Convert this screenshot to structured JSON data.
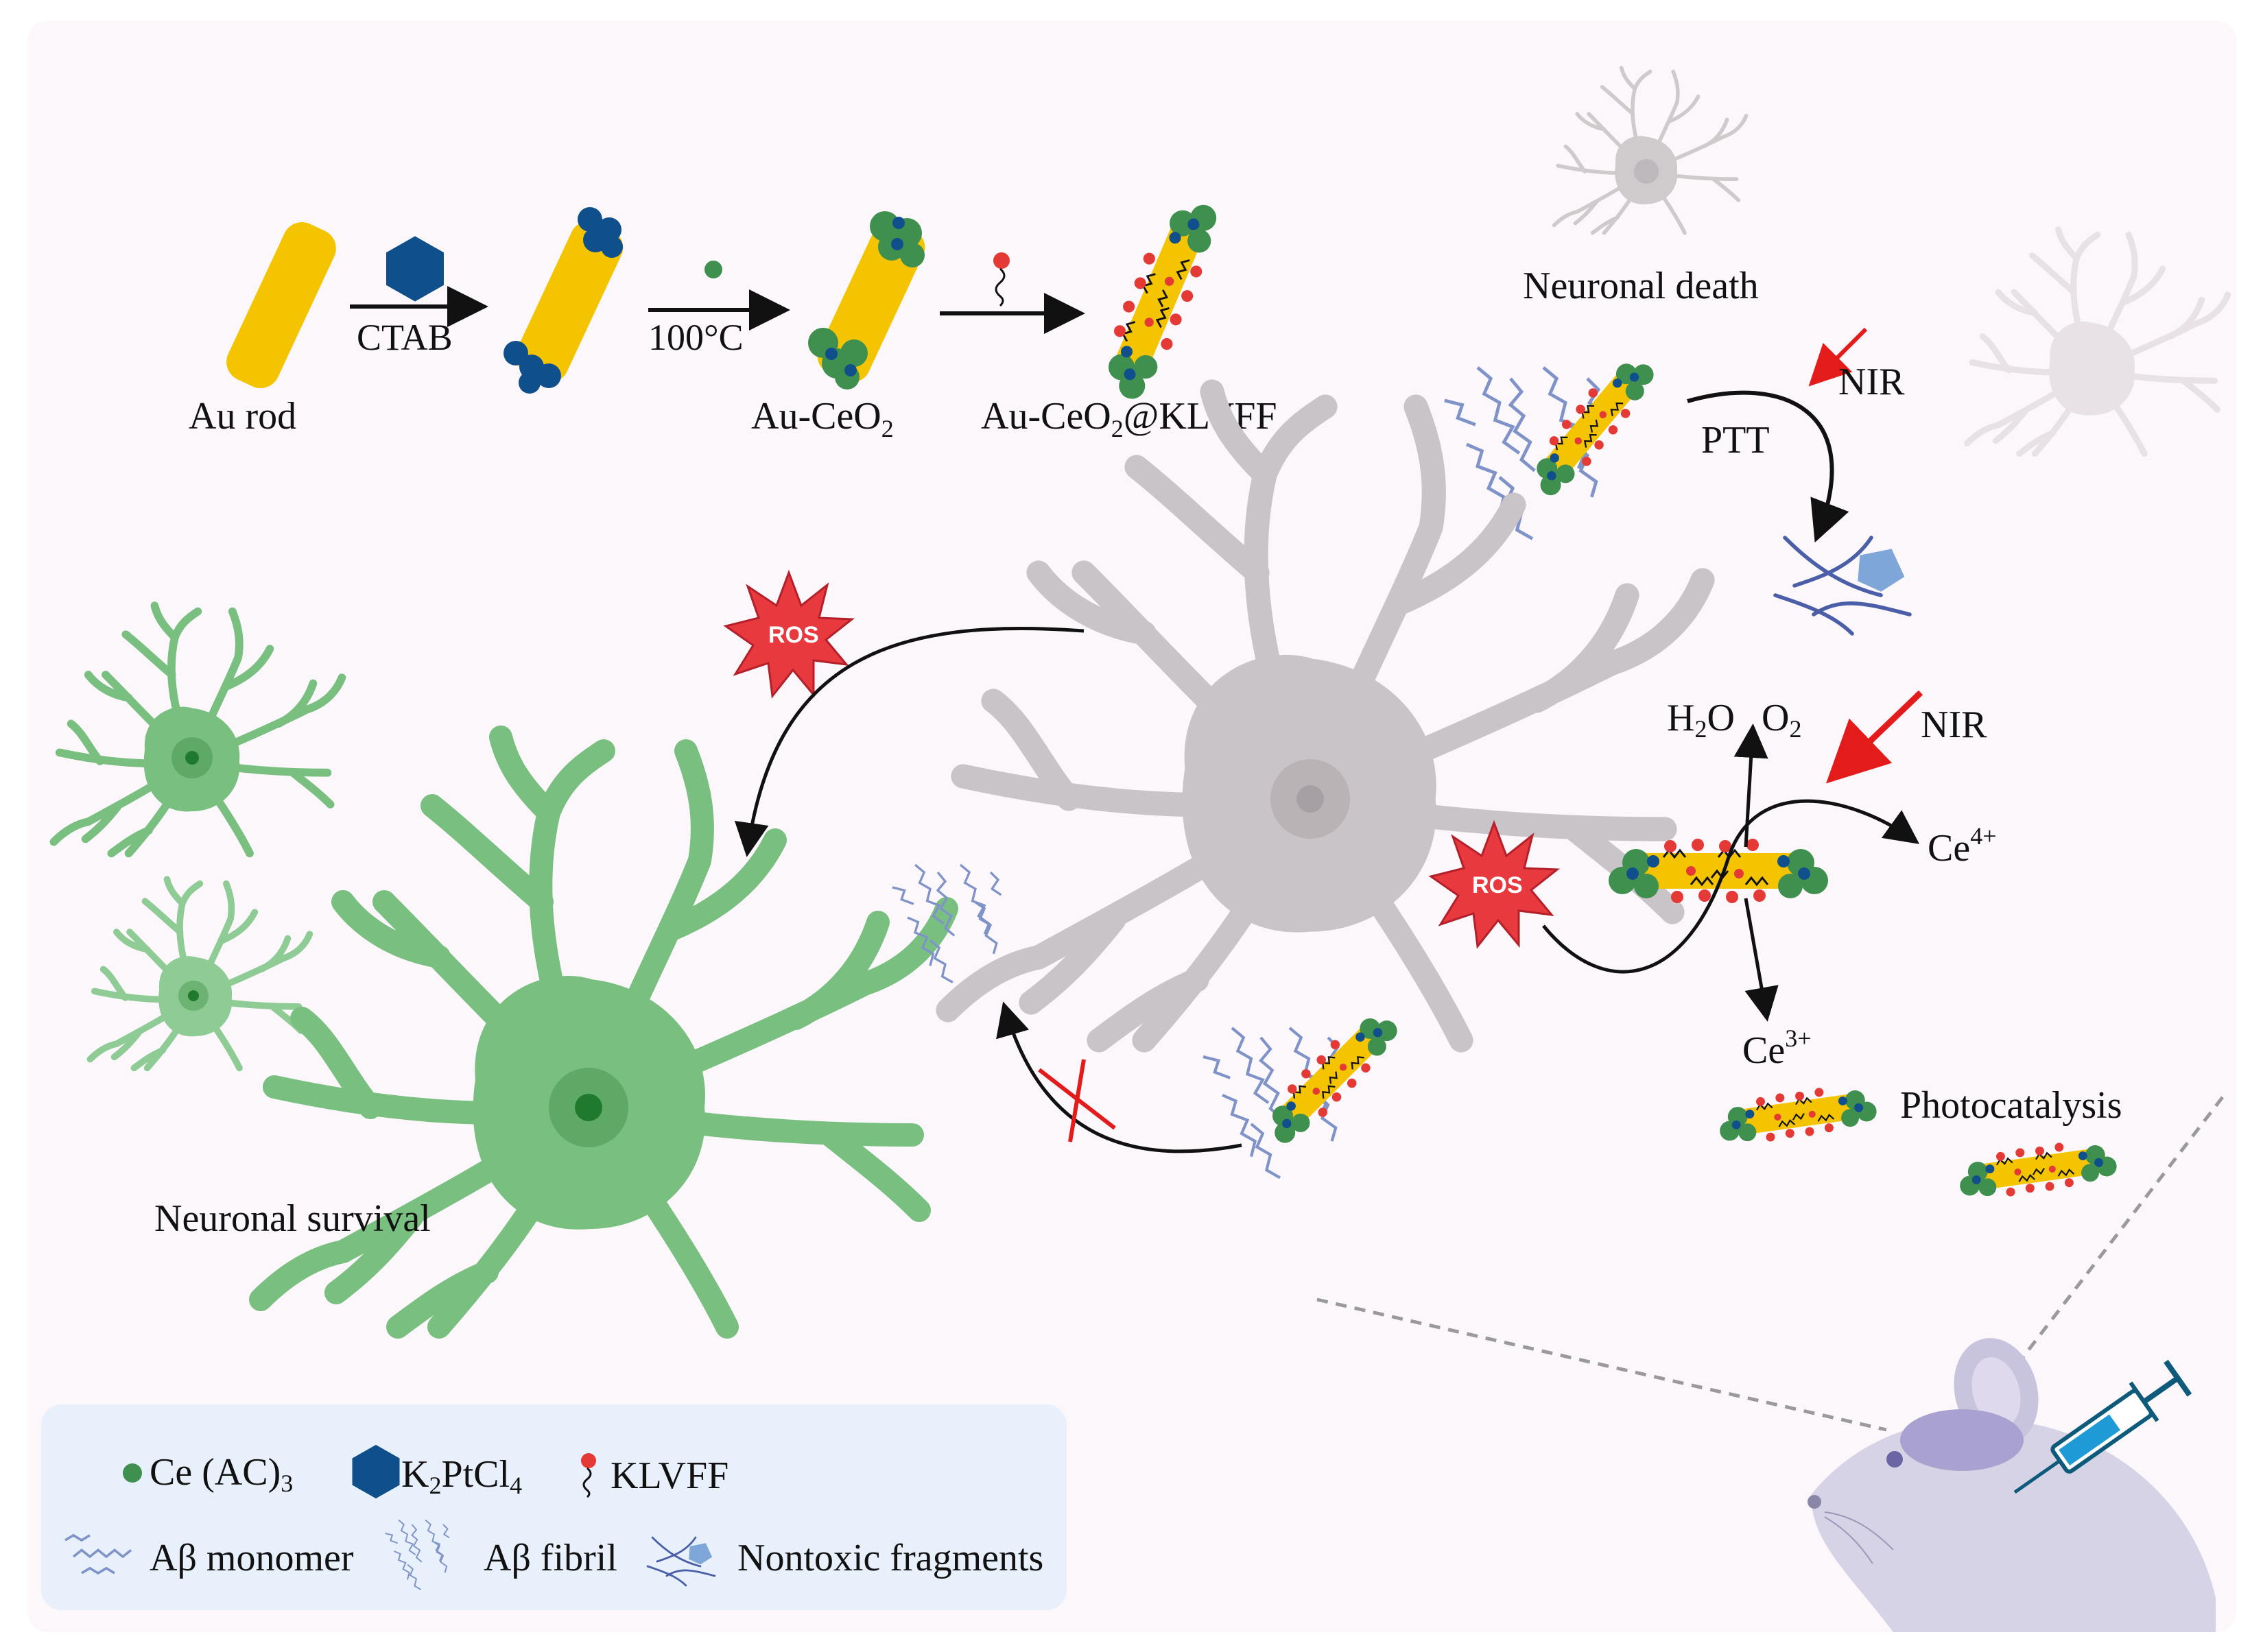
{
  "labels": {
    "au_rod": "Au rod",
    "ctab": "CTAB",
    "temp": "100°C",
    "au_ceo2": {
      "base": "Au-CeO",
      "sub": "2"
    },
    "au_ceo2_klvff": {
      "base": "Au-CeO",
      "sub": "2",
      "rest": "@KLVFF"
    },
    "neuronal_death": "Neuronal death",
    "nir": "NIR",
    "ptt": "PTT",
    "h2o": {
      "h": "H",
      "sub": "2",
      "o": "O"
    },
    "o2": {
      "o": "O",
      "sub": "2"
    },
    "ce4": {
      "base": "Ce",
      "sup": "4+"
    },
    "ce3": {
      "base": "Ce",
      "sup": "3+"
    },
    "photocatalysis": "Photocatalysis",
    "neuronal_survival": "Neuronal survival",
    "ros": "ROS"
  },
  "legend": {
    "ce_ac3": {
      "base": "Ce (AC)",
      "sub": "3"
    },
    "k2ptcl4": {
      "k": "K",
      "sub1": "2",
      "pt": "PtCl",
      "sub2": "4"
    },
    "klvff": "KLVFF",
    "ab_monomer": "Aβ monomer",
    "ab_fibril": "Aβ fibril",
    "nontoxic": "Nontoxic fragments"
  },
  "colors": {
    "gold": "#f5c400",
    "ceria_green": "#3f8f4f",
    "pt_blue": "#0f4f8c",
    "peptide_red": "#e53935",
    "neuron_grey": "#c9c4c7",
    "neuron_green": "#79bf80",
    "ros_red": "#e8393f",
    "legend_bg": "#e8f1fb"
  }
}
